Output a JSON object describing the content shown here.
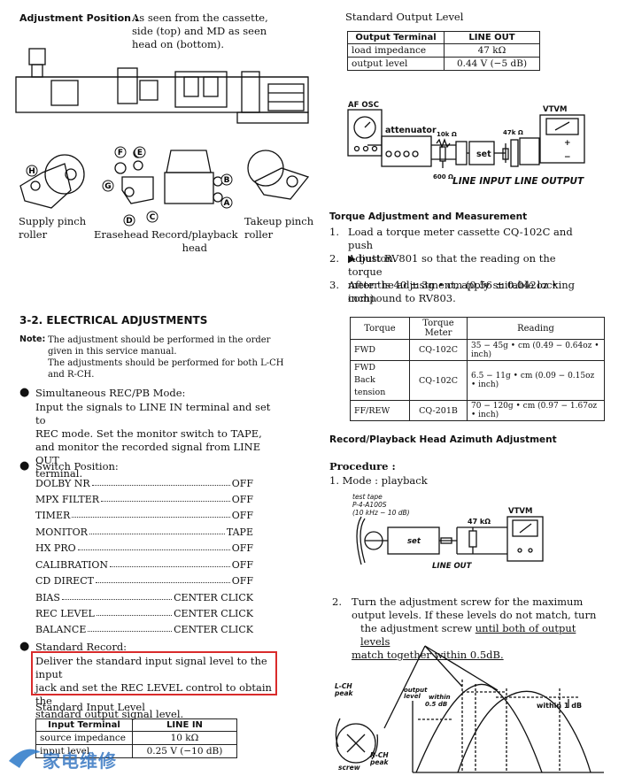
{
  "adjustment_position": {
    "label": "Adjustment Position :",
    "text_lines": [
      "As seen from the cassette,",
      "side (top) and MD as seen",
      "head on (bottom)."
    ]
  },
  "figure_labels": {
    "supply": [
      "Supply pinch",
      "roller"
    ],
    "erasehead": "Erasehead",
    "recplay": [
      "Record/playback",
      "head"
    ],
    "takeup": [
      "Takeup pinch",
      "roller"
    ],
    "points": [
      "H",
      "F",
      "E",
      "G",
      "D",
      "C",
      "B",
      "A"
    ]
  },
  "section_title": "3-2. ELECTRICAL ADJUSTMENTS",
  "note": {
    "label": "Note:",
    "lines": [
      "The adjustment should be performed in the order",
      "given in this service manual.",
      "The adjustments should be performed for both L-CH",
      "and R-CH."
    ]
  },
  "sim_mode": {
    "title": "Simultaneous REC/PB Mode:",
    "lines": [
      "Input the signals to LINE IN terminal and set to",
      "REC mode.  Set the monitor switch to TAPE,",
      "and monitor the recorded signal from LINE OUT",
      "terminal."
    ]
  },
  "switch_position": {
    "title": "Switch Position:",
    "items": [
      {
        "label": "DOLBY NR",
        "value": "OFF"
      },
      {
        "label": "MPX FILTER",
        "value": "OFF"
      },
      {
        "label": "TIMER",
        "value": "OFF"
      },
      {
        "label": "MONITOR",
        "value": "TAPE"
      },
      {
        "label": "HX PRO",
        "value": "OFF"
      },
      {
        "label": "CALIBRATION",
        "value": "OFF"
      },
      {
        "label": "CD DIRECT",
        "value": "OFF"
      },
      {
        "label": "BIAS",
        "value": "CENTER CLICK"
      },
      {
        "label": "REC LEVEL",
        "value": "CENTER CLICK"
      },
      {
        "label": "BALANCE",
        "value": "CENTER CLICK"
      }
    ]
  },
  "standard_record": {
    "title": "Standard Record:",
    "lines": [
      "Deliver the standard input signal level to the input",
      "jack and set the REC LEVEL control to obtain the",
      "standard output signal level."
    ]
  },
  "std_input": {
    "title": "Standard Input Level",
    "headers": [
      "Input Terminal",
      "LINE IN"
    ],
    "rows": [
      [
        "source impedance",
        "10 kΩ"
      ],
      [
        "input level",
        "0.25 V (−10 dB)"
      ]
    ]
  },
  "std_output": {
    "title": "Standard Output Level",
    "headers": [
      "Output Terminal",
      "LINE OUT"
    ],
    "rows": [
      [
        "load impedance",
        "47 kΩ"
      ],
      [
        "output level",
        "0.44 V (−5 dB)"
      ]
    ]
  },
  "circuit1": {
    "af_osc": "AF OSC",
    "attenuator": "attenuator",
    "r10k": "10k Ω",
    "r600": "600 Ω",
    "set": "set",
    "r47k": "47k Ω",
    "vtvm": "VTVM",
    "line_input": "LINE INPUT",
    "line_output": "LINE OUTPUT"
  },
  "torque": {
    "title": "Torque Adjustment and Measurement",
    "steps": [
      {
        "num": "1.",
        "lines": [
          "Load a torque meter cassette CQ-102C and push",
          "▶ button."
        ]
      },
      {
        "num": "2.",
        "lines": [
          "Adjust RV801 so that the reading on the torque",
          "meter is 40 ± 3g • cm (0.56 ± 0.042oz • inch)."
        ]
      },
      {
        "num": "3.",
        "lines": [
          "After the adjustment, apply suitable locking",
          "compound to RV803."
        ]
      }
    ],
    "table_headers": [
      "Torque",
      "Torque Meter",
      "Reading"
    ],
    "table_rows": [
      {
        "torque": [
          "FWD"
        ],
        "meter": "CQ-102C",
        "reading": "35 − 45g • cm (0.49 − 0.64oz • inch)"
      },
      {
        "torque": [
          "FWD",
          "Back tension"
        ],
        "meter": "CQ-102C",
        "reading": "6.5 − 11g • cm (0.09 − 0.15oz • inch)"
      },
      {
        "torque": [
          "FF/REW"
        ],
        "meter": "CQ-201B",
        "reading": "70 − 120g • cm (0.97 − 1.67oz • inch)"
      }
    ]
  },
  "azimuth": {
    "title": "Record/Playback Head Azimuth Adjustment",
    "procedure": "Procedure :",
    "step1": "1. Mode :  playback",
    "test_tape": [
      "test tape",
      "P-4-A100S",
      "(10 kHz − 10 dB)"
    ],
    "set": "set",
    "r47k": "47 kΩ",
    "vtvm": "VTVM",
    "line_out": "LINE OUT",
    "step2_num": "2.",
    "step2_lines": [
      "Turn the adjustment screw for the maximum",
      "output levels.  If these levels do not match, turn"
    ],
    "step2_line3_plain": "the adjustment screw ",
    "step2_line3_underlined": "until both of output levels",
    "step2_line4_underlined": "match together within 0.5dB.",
    "graph": {
      "lch": [
        "L-CH",
        "peak"
      ],
      "rch": [
        "R-CH",
        "peak"
      ],
      "output_level": [
        "output",
        "level"
      ],
      "within05": [
        "within",
        "0.5 dB"
      ],
      "within1": "within 1 dB",
      "screw": "screw"
    }
  },
  "watermark": "家电维修"
}
